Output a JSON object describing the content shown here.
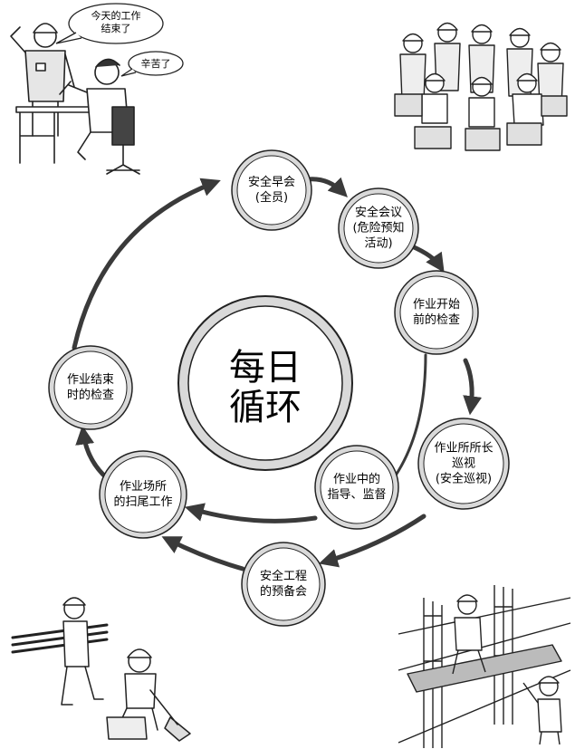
{
  "center": {
    "line1": "每日",
    "line2": "循环"
  },
  "nodes": [
    {
      "id": "morning_meeting",
      "lines": [
        "安全早会",
        "(全员)"
      ]
    },
    {
      "id": "safety_meeting",
      "lines": [
        "安全会议",
        "(危险预知",
        "活动)"
      ]
    },
    {
      "id": "pre_work_check",
      "lines": [
        "作业开始",
        "前的检查"
      ]
    },
    {
      "id": "site_patrol",
      "lines": [
        "作业所所长",
        "巡视",
        "(安全巡视)"
      ]
    },
    {
      "id": "next_day_prep",
      "lines": [
        "安全工程",
        "的预备会"
      ]
    },
    {
      "id": "guidance_supervision",
      "lines": [
        "作业中的",
        "指导、监督"
      ]
    },
    {
      "id": "site_cleanup",
      "lines": [
        "作业场所",
        "的扫尾工作"
      ]
    },
    {
      "id": "post_work_check",
      "lines": [
        "作业结束",
        "时的检查"
      ]
    }
  ],
  "speech": {
    "worker": [
      "今天的工作",
      "结束了"
    ],
    "boss": [
      "辛苦了"
    ]
  },
  "illustrations": {
    "top_left": "worker-reporting-to-supervisor",
    "top_right": "group-safety-meeting",
    "bottom_left": "workers-cleaning-site",
    "bottom_right": "scaffold-inspection"
  },
  "colors": {
    "stroke": "#222222",
    "arrow": "#3a3a3a",
    "fill": "#ffffff",
    "shade": "#d9d9d9"
  }
}
